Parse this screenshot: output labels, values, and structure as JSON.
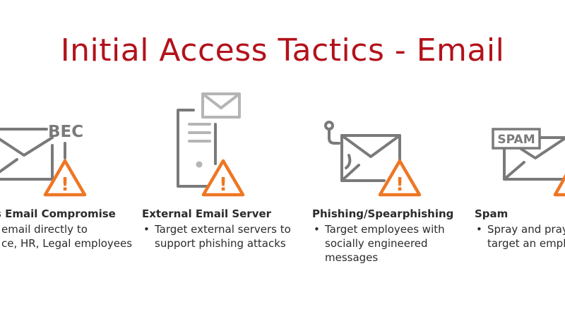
{
  "title": "Initial Access Tactics - Email",
  "colors": {
    "title": "#b3121b",
    "icon_stroke": "#7a7a7a",
    "icon_light": "#b5b5b5",
    "warning_fill": "#ffffff",
    "warning_stroke": "#ee7623",
    "text": "#2b2b2b"
  },
  "columns": [
    {
      "icon_label": "BEC",
      "heading": "ss Email Compromise",
      "bullet_lines": [
        "email directly to",
        "ce, HR, Legal employees"
      ]
    },
    {
      "heading": "External Email Server",
      "bullet_lines": [
        "Target external servers to",
        "support phishing attacks"
      ]
    },
    {
      "heading": "Phishing/Spearphishing",
      "bullet_lines": [
        "Target employees with",
        "socially engineered",
        "messages"
      ]
    },
    {
      "icon_label": "SPAM",
      "heading": "Spam",
      "bullet_lines": [
        "Spray and pray b",
        "target an employ"
      ]
    }
  ],
  "bullet_symbol": "•",
  "warning_symbol": "!"
}
